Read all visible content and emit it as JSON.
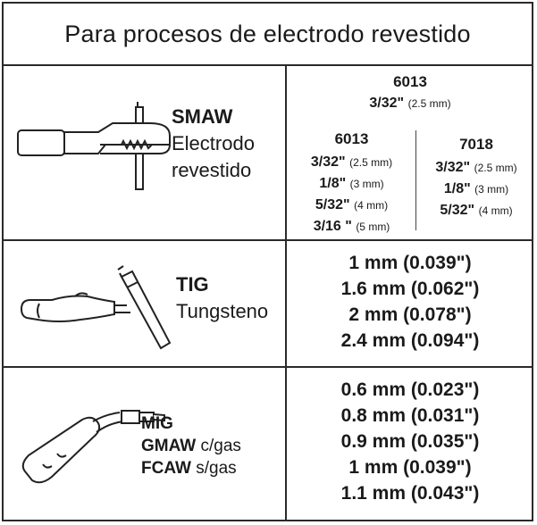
{
  "title": "Para procesos de electrodo revestido",
  "smaw": {
    "name": "SMAW",
    "desc1": "Electrodo",
    "desc2": "revestido",
    "top_code": "6013",
    "top_size_num": "3/32\"",
    "top_size_mm": "(2.5 mm)",
    "col1_code": "6013",
    "col1_sizes": [
      {
        "num": "3/32\"",
        "mm": "(2.5 mm)"
      },
      {
        "num": "1/8\"",
        "mm": "(3 mm)"
      },
      {
        "num": "5/32\"",
        "mm": "(4 mm)"
      },
      {
        "num": "3/16 \"",
        "mm": "(5 mm)"
      }
    ],
    "col2_code": "7018",
    "col2_sizes": [
      {
        "num": "3/32\"",
        "mm": "(2.5 mm)"
      },
      {
        "num": "1/8\"",
        "mm": "(3 mm)"
      },
      {
        "num": "5/32\"",
        "mm": "(4 mm)"
      }
    ]
  },
  "tig": {
    "name": "TIG",
    "desc": "Tungsteno",
    "values": [
      "1 mm (0.039\")",
      "1.6 mm (0.062\")",
      "2 mm (0.078\")",
      "2.4 mm (0.094\")"
    ]
  },
  "mig": {
    "name": "MIG",
    "line2_bold": "GMAW",
    "line2_norm": "c/gas",
    "line3_bold": "FCAW",
    "line3_norm": "s/gas",
    "values": [
      "0.6 mm (0.023\")",
      "0.8 mm (0.031\")",
      "0.9 mm (0.035\")",
      "1 mm (0.039\")",
      "1.1 mm (0.043\")"
    ]
  },
  "icons": [
    "electrode-holder-icon",
    "tig-torch-icon",
    "mig-gun-icon"
  ]
}
